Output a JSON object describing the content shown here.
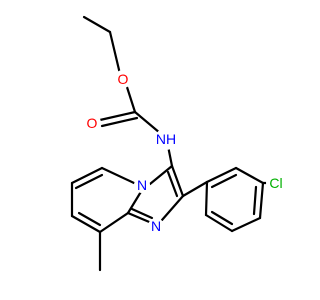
{
  "molecule": {
    "atom_labels": {
      "ester_oxygen": "O",
      "carbonyl_oxygen": "O",
      "amide_nitrogen": "NH",
      "bridgehead_nitrogen": "N",
      "ring_nitrogen": "N",
      "chlorine": "Cl"
    },
    "colors": {
      "bond": "#000000",
      "oxygen": "#ff0000",
      "nitrogen": "#0000ff",
      "chlorine": "#00b000"
    }
  }
}
